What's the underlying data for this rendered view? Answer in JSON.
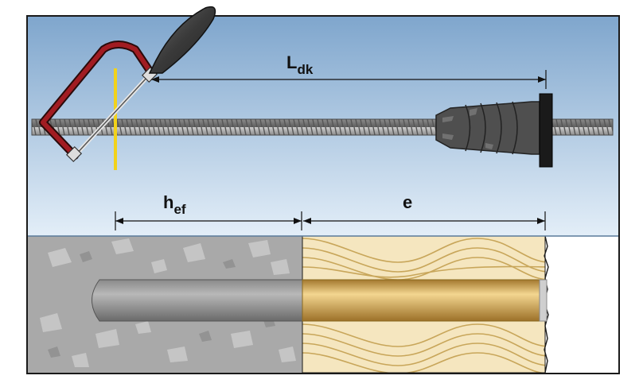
{
  "labels": {
    "ldk_main": "L",
    "ldk_sub": "dk",
    "hef_main": "h",
    "hef_sub": "ef",
    "e": "e"
  },
  "colors": {
    "sky_top": "#7fa6cd",
    "sky_bottom": "#e3eef8",
    "concrete": "#a9a9a9",
    "insulation": "#f5e6bf",
    "insulation_line": "#c8a65a",
    "rod": "#9a9a9a",
    "saw_frame": "#a11c22",
    "cut_line": "#f2d21a",
    "dowel": "#4a4a4a",
    "washer": "#1a1a1a"
  },
  "icons": {
    "saw": "hacksaw-icon",
    "rod": "threaded-rod-icon",
    "dowel": "spiral-dowel-icon"
  }
}
